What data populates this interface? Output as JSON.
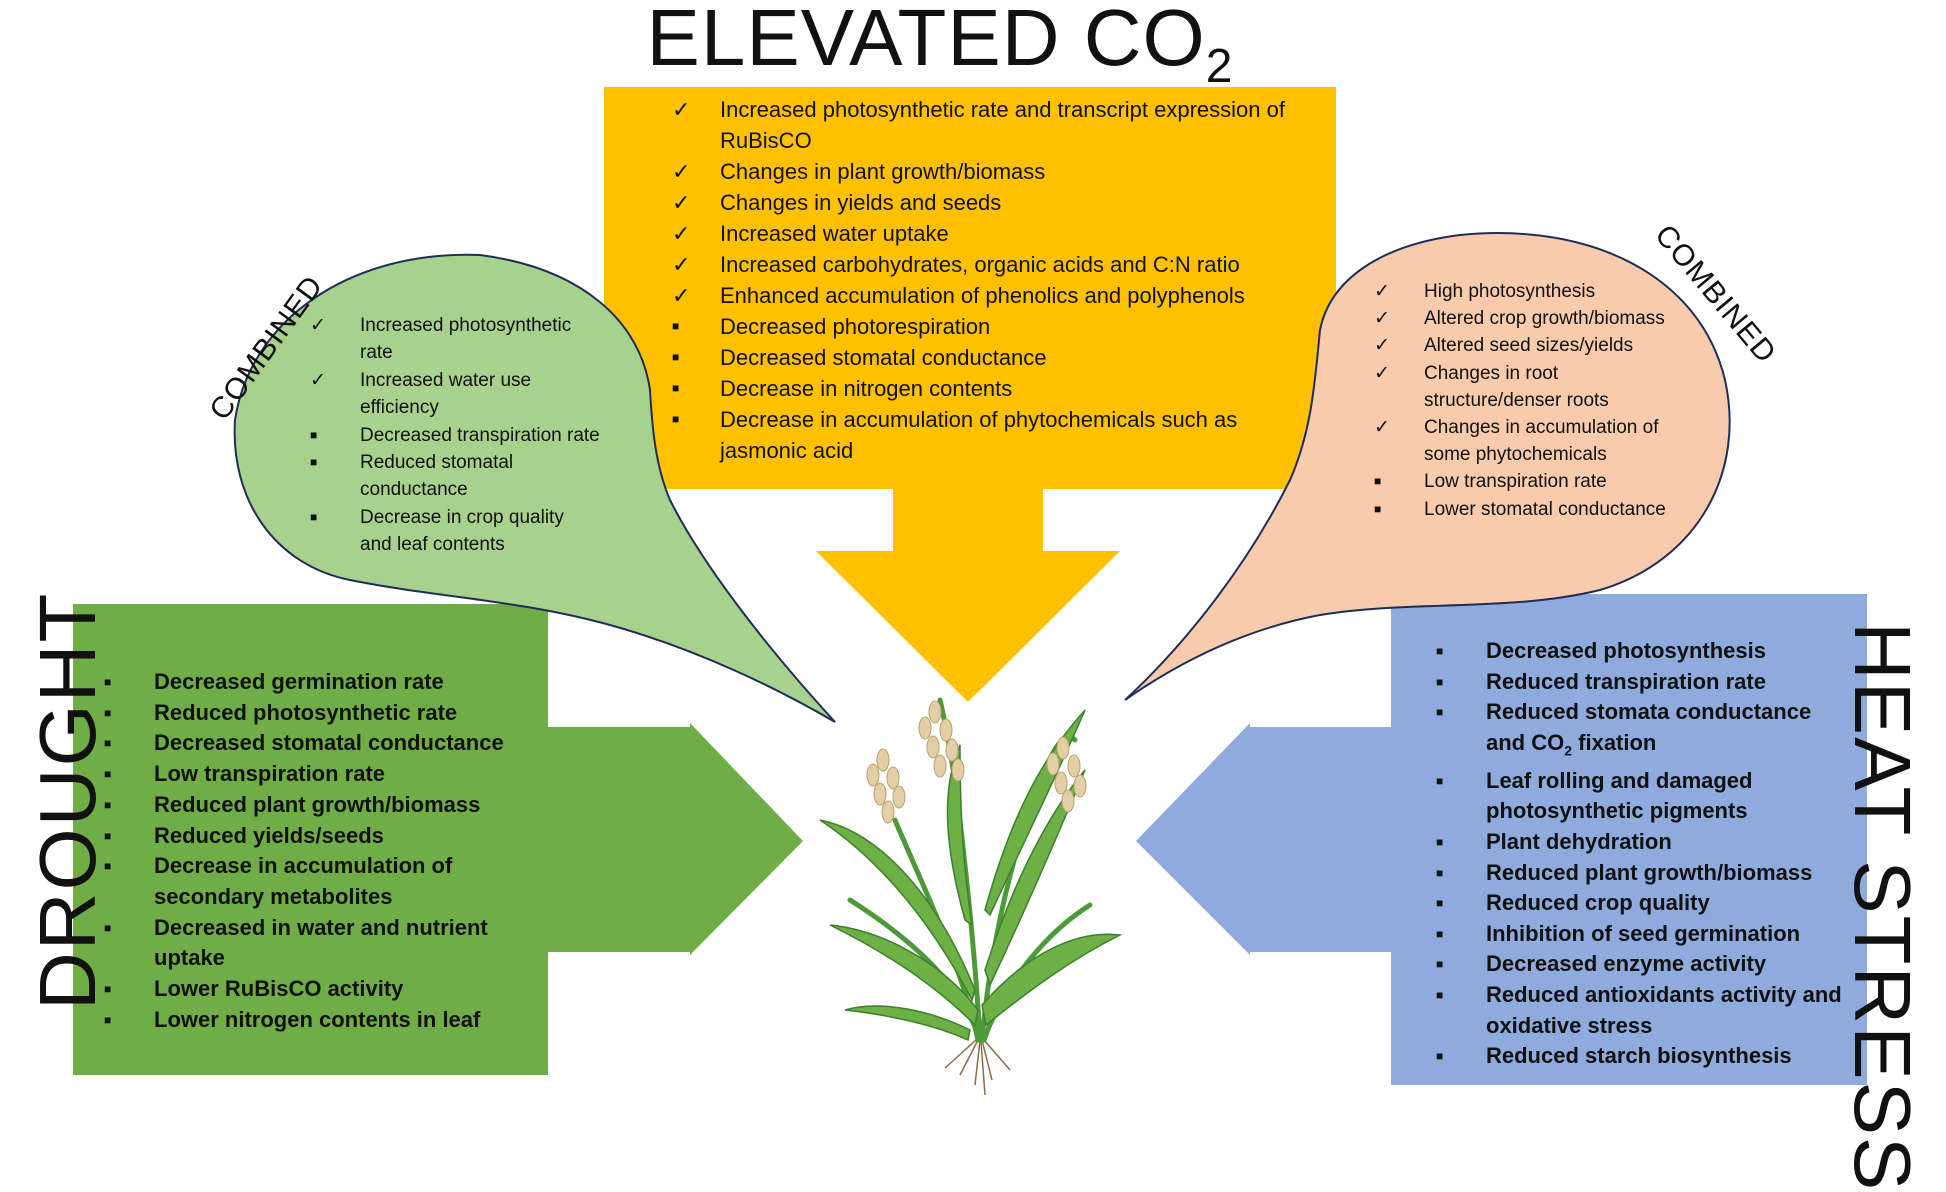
{
  "titles": {
    "elevated_co2": "ELEVATED CO",
    "elevated_co2_subscript": "2",
    "drought": "DROUGHT",
    "heat_stress": "HEAT STRESS",
    "combined_left": "COMBINED",
    "combined_right": "COMBINED"
  },
  "colors": {
    "co2_box": "#FFC000",
    "drought_box": "#70AD47",
    "heat_box": "#8FAADC",
    "combined_drought_bubble": "#A9D18E",
    "combined_heat_bubble": "#F8CBAD",
    "bubble_outline": "#1F2D5A"
  },
  "icons": {
    "check": "checkmark-icon",
    "square": "square-bullet-icon",
    "center": "wheat-plant-icon"
  },
  "symbols": {
    "check": "✓",
    "square": "■"
  },
  "elevated_co2_effects": [
    {
      "mark": "check",
      "text": "Increased photosynthetic rate and transcript expression of RuBisCO"
    },
    {
      "mark": "check",
      "text": "Changes in plant growth/biomass"
    },
    {
      "mark": "check",
      "text": "Changes in yields and seeds"
    },
    {
      "mark": "check",
      "text": "Increased water uptake"
    },
    {
      "mark": "check",
      "text": "Increased carbohydrates, organic acids and C:N ratio"
    },
    {
      "mark": "check",
      "text": "Enhanced accumulation of phenolics and polyphenols"
    },
    {
      "mark": "square",
      "text": "Decreased photorespiration"
    },
    {
      "mark": "square",
      "text": "Decreased stomatal conductance"
    },
    {
      "mark": "square",
      "text": "Decrease in nitrogen contents"
    },
    {
      "mark": "square",
      "text": "Decrease in accumulation of phytochemicals such as jasmonic acid"
    }
  ],
  "drought_effects": [
    {
      "mark": "square",
      "text": "Decreased germination rate"
    },
    {
      "mark": "square",
      "text": "Reduced photosynthetic rate"
    },
    {
      "mark": "square",
      "text": "Decreased stomatal conductance"
    },
    {
      "mark": "square",
      "text": "Low transpiration rate"
    },
    {
      "mark": "square",
      "text": "Reduced plant growth/biomass"
    },
    {
      "mark": "square",
      "text": "Reduced yields/seeds"
    },
    {
      "mark": "square",
      "text": "Decrease in accumulation of secondary metabolites"
    },
    {
      "mark": "square",
      "text": "Decreased in water and nutrient uptake"
    },
    {
      "mark": "square",
      "text": "Lower RuBisCO activity"
    },
    {
      "mark": "square",
      "text": "Lower nitrogen contents in leaf"
    }
  ],
  "heat_stress_effects": [
    {
      "mark": "square",
      "text": "Decreased photosynthesis"
    },
    {
      "mark": "square",
      "text": "Reduced transpiration rate"
    },
    {
      "mark": "square",
      "text": "Reduced stomata conductance and CO",
      "sub": "2",
      "after": " fixation"
    },
    {
      "mark": "square",
      "text": "Leaf rolling and damaged photosynthetic pigments"
    },
    {
      "mark": "square",
      "text": "Plant dehydration"
    },
    {
      "mark": "square",
      "text": "Reduced plant growth/biomass"
    },
    {
      "mark": "square",
      "text": "Reduced crop quality"
    },
    {
      "mark": "square",
      "text": "Inhibition of seed germination"
    },
    {
      "mark": "square",
      "text": "Decreased enzyme activity"
    },
    {
      "mark": "square",
      "text": "Reduced antioxidants activity and oxidative stress"
    },
    {
      "mark": "square",
      "text": "Reduced starch biosynthesis"
    }
  ],
  "combined_drought_co2_effects": [
    {
      "mark": "check",
      "text": "Increased photosynthetic rate"
    },
    {
      "mark": "check",
      "text": "Increased water use efficiency"
    },
    {
      "mark": "square",
      "text": "Decreased transpiration rate"
    },
    {
      "mark": "square",
      "text": "Reduced stomatal conductance"
    },
    {
      "mark": "square",
      "text": "Decrease in crop quality and leaf contents"
    }
  ],
  "combined_heat_co2_effects": [
    {
      "mark": "check",
      "text": "High photosynthesis"
    },
    {
      "mark": "check",
      "text": "Altered crop growth/biomass"
    },
    {
      "mark": "check",
      "text": "Altered seed sizes/yields"
    },
    {
      "mark": "check",
      "text": "Changes in root structure/denser roots"
    },
    {
      "mark": "check",
      "text": "Changes in accumulation of some phytochemicals"
    },
    {
      "mark": "square",
      "text": "Low transpiration rate"
    },
    {
      "mark": "square",
      "text": "Lower stomatal conductance"
    }
  ]
}
